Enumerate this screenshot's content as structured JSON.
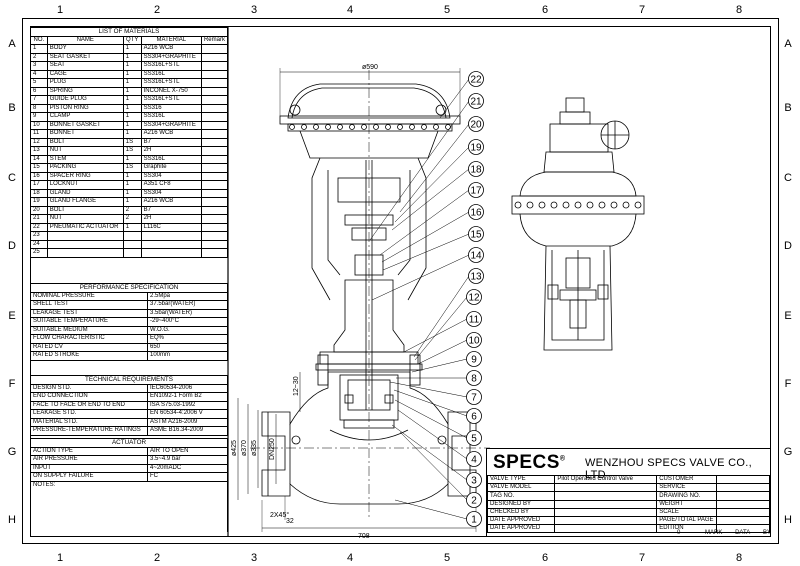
{
  "zones": {
    "cols": [
      "1",
      "2",
      "3",
      "4",
      "5",
      "6",
      "7",
      "8"
    ],
    "rows": [
      "A",
      "B",
      "C",
      "D",
      "E",
      "F",
      "G",
      "H"
    ]
  },
  "materials": {
    "title": "LIST OF MATERIALS",
    "headers": [
      "NO.",
      "NAME",
      "QTY",
      "MATERIAL",
      "Remark"
    ],
    "rows": [
      [
        "1",
        "BODY",
        "1",
        "A216 WCB"
      ],
      [
        "2",
        "SEAT GASKET",
        "1",
        "SS304+GRAPHITE"
      ],
      [
        "3",
        "SEAT",
        "1",
        "SS316L+STL"
      ],
      [
        "4",
        "CAGE",
        "1",
        "SS316L"
      ],
      [
        "5",
        "PLUG",
        "1",
        "SS316L+STL"
      ],
      [
        "6",
        "SPRING",
        "1",
        "INCONEL X-750"
      ],
      [
        "7",
        "GUIDE PLUG",
        "1",
        "SS316L+STL"
      ],
      [
        "8",
        "PISTON RING",
        "1",
        "SS316"
      ],
      [
        "9",
        "CLAMP",
        "1",
        "SS316L"
      ],
      [
        "10",
        "BONNET GASKET",
        "1",
        "SS304+GRAPHITE"
      ],
      [
        "11",
        "BONNET",
        "1",
        "A216 WCB"
      ],
      [
        "12",
        "BOLT",
        "1S",
        "B7"
      ],
      [
        "13",
        "NUT",
        "1S",
        "2H"
      ],
      [
        "14",
        "STEM",
        "1",
        "SS316L"
      ],
      [
        "15",
        "PACKING",
        "1S",
        "Graphite"
      ],
      [
        "16",
        "SPACER RING",
        "1",
        "SS304"
      ],
      [
        "17",
        "LOCKNUT",
        "1",
        "A351 CF8"
      ],
      [
        "18",
        "GLAND",
        "1",
        "SS304"
      ],
      [
        "19",
        "GLAND FLANGE",
        "1",
        "A216 WCB"
      ],
      [
        "20",
        "BOLT",
        "2",
        "B7"
      ],
      [
        "21",
        "NUT",
        "2",
        "2H"
      ],
      [
        "22",
        "PNEUMATIC ACTUATOR",
        "1",
        "L116C"
      ],
      [
        "23",
        "",
        "",
        ""
      ],
      [
        "24",
        "",
        "",
        ""
      ],
      [
        "25",
        "",
        "",
        ""
      ]
    ]
  },
  "performance": {
    "title": "PERFORMANCE SPECIFICATION",
    "rows": [
      [
        "NOMINAL PRESSURE",
        "2.5Mpa"
      ],
      [
        "SHELL TEST",
        "37.5bar(WATER)"
      ],
      [
        "LEAKAGE TEST",
        "3.5bar(WATER)"
      ],
      [
        "SUITABLE TEMPERATURE",
        "-29~400°C"
      ],
      [
        "SUITABLE MEDIUM",
        "W.O.G."
      ],
      [
        "FLOW CHARACTERISTIC",
        "EQ%"
      ],
      [
        "RATED CV",
        "650"
      ],
      [
        "RATED STROKE",
        "100mm"
      ]
    ]
  },
  "technical": {
    "title": "TECHNICAL REQUIREMENTS",
    "rows": [
      [
        "DESIGN STD.",
        "IEC60534-2006"
      ],
      [
        "END CONNECTION",
        "EN1092-1 Form B2"
      ],
      [
        "FACE TO FACE OR END TO END",
        "ISA S75.03-1992"
      ],
      [
        "LEAKAGE STD.",
        "EN 60534-4:2006 V"
      ],
      [
        "MATERIAL STD.",
        "ASTM A216-2009"
      ],
      [
        "PRESSURE-TEMPERATURE RATINGS",
        "ASME B16.34-2009"
      ]
    ]
  },
  "actuator": {
    "title": "ACTUATOR",
    "rows": [
      [
        "ACTION TYPE",
        "AIR TO OPEN"
      ],
      [
        "AIR PRESSURE",
        "3.5~4.9 bar"
      ],
      [
        "INPUT",
        "4~20mADC"
      ],
      [
        "ON SUPPLY FAILURE",
        "FC"
      ]
    ]
  },
  "notes_label": "NOTES:",
  "dimensions": {
    "actuator_dia": "ø590",
    "flange_thk": "12~30",
    "dia_425": "ø425",
    "dia_370": "ø370",
    "dia_335": "ø335",
    "dn": "DN250",
    "chamfer": "2X45°",
    "raise": "32",
    "face_to_face": "708"
  },
  "balloons": [
    "1",
    "2",
    "3",
    "4",
    "5",
    "6",
    "7",
    "8",
    "9",
    "10",
    "11",
    "12",
    "13",
    "14",
    "15",
    "16",
    "17",
    "18",
    "19",
    "20",
    "21",
    "22"
  ],
  "title_block": {
    "logo": "SPECS",
    "logo_mark": "®",
    "company": "WENZHOU SPECS VALVE CO., LTD",
    "rows": [
      [
        "VALVE TYPE",
        "Pilot Operated Control Valve",
        "CUSTOMER",
        ""
      ],
      [
        "VALVE MODEL",
        "",
        "SERVICE",
        ""
      ],
      [
        "TAG NO.",
        "",
        "DRAWING NO.",
        ""
      ],
      [
        "DESIGNED BY",
        "",
        "WEIGHT",
        ""
      ],
      [
        "CHECKED BY",
        "",
        "SCALE",
        ""
      ],
      [
        "DATE APPROVED",
        "",
        "PAGE/TOTAL PAGE",
        ""
      ],
      [
        "DATE APPROVED",
        "",
        "EDITION",
        ""
      ]
    ],
    "rev_zero": "0",
    "rev_headers": [
      "MARK",
      "DATA",
      "BY"
    ]
  }
}
